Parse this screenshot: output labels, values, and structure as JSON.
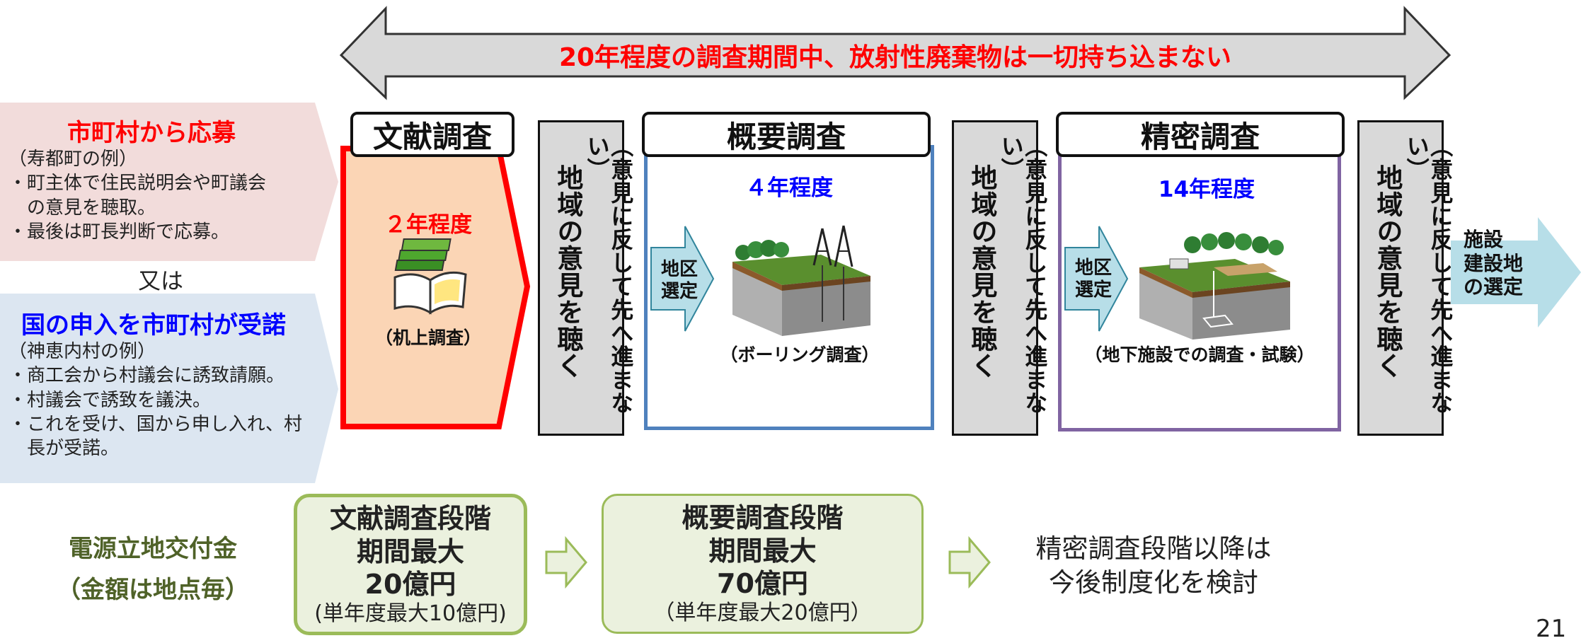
{
  "banner": {
    "text": "20年程度の調査期間中、放射性廃棄物は一切持ち込まない",
    "color": "#ff0000"
  },
  "entry": {
    "municipal": {
      "heading": "市町村から応募",
      "example": "（寿都町の例）",
      "items": [
        "・町主体で住民説明会や町議会",
        "　の意見を聴取。",
        "・最後は町長判断で応募。"
      ]
    },
    "or_label": "又は",
    "national": {
      "heading": "国の申入を市町村が受諾",
      "example": "（神恵内村の例）",
      "items": [
        "・商工会から村議会に誘致請願。",
        "・村議会で誘致を議決。",
        "・これを受け、国から申し入れ、村",
        "　長が受諾。"
      ]
    }
  },
  "stages": [
    {
      "title": "文献調査",
      "duration": "２年程度",
      "caption": "（机上調査）",
      "icon": "books-icon",
      "border_color": "#ff0000",
      "fill_color": "#fbd5b5",
      "duration_color": "#ff0000"
    },
    {
      "title": "概要調査",
      "duration": "４年程度",
      "caption": "（ボーリング調査）",
      "tag": [
        "地区",
        "選定"
      ],
      "icon": "boring-site-icon",
      "border_color": "#4f81bd",
      "duration_color": "#0000ff"
    },
    {
      "title": "精密調査",
      "duration": "14年程度",
      "caption": "（地下施設での調査・試験）",
      "tag": [
        "地区",
        "選定"
      ],
      "icon": "underground-facility-icon",
      "border_color": "#8064a2",
      "duration_color": "#0000ff"
    }
  ],
  "gates": {
    "main": "地域の意見を聴く",
    "sub": "（意見に反して先へ進まない）"
  },
  "final": [
    "施設",
    "建設地",
    "の選定"
  ],
  "funding": {
    "label": [
      "電源立地交付金",
      "（金額は地点毎）"
    ],
    "label_color": "#4f6228",
    "stage1": {
      "lines": [
        "文献調査段階",
        "期間最大",
        "20億円"
      ],
      "note": "(単年度最大10億円)"
    },
    "stage2": {
      "lines": [
        "概要調査段階",
        "期間最大",
        "70億円"
      ],
      "note": "（単年度最大20億円）"
    },
    "stage3": [
      "精密調査段階以降は",
      "今後制度化を検討"
    ]
  },
  "page_number": "21"
}
